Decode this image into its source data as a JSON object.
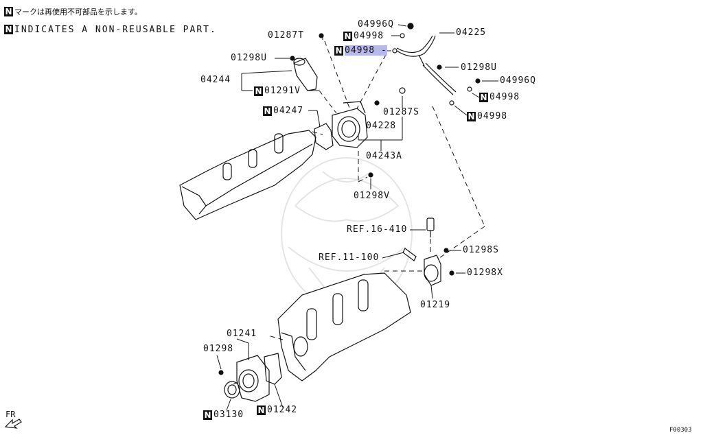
{
  "legend": {
    "jp_text": "マークは再使用不可部品を示します。",
    "en_text": "INDICATES A NON-REUSABLE PART.",
    "mark": "N"
  },
  "parts": {
    "p04996Q_top": "04996Q",
    "p04998_a": "04998",
    "p04998_hl": "04998",
    "p04225": "04225",
    "p01287T": "01287T",
    "p01298U_left": "01298U",
    "p04244": "04244",
    "p01291V": "01291V",
    "p01298U_right": "01298U",
    "p04996Q_right": "04996Q",
    "p04998_b": "04998",
    "p04998_c": "04998",
    "p04247": "04247",
    "p01287S": "01287S",
    "p04228": "04228",
    "p04243A": "04243A",
    "p01298V": "01298V",
    "ref16": "REF.16-410",
    "ref11": "REF.11-100",
    "p01298S": "01298S",
    "p01298X": "01298X",
    "p01219": "01219",
    "p01241": "01241",
    "p01298": "01298",
    "p03130": "03130",
    "p01242": "01242"
  },
  "footer": {
    "fr_label": "FR",
    "code": "F00303"
  },
  "colors": {
    "ink": "#111111",
    "highlight": "#b7b8ec",
    "watermark": "#e6e6e6"
  }
}
